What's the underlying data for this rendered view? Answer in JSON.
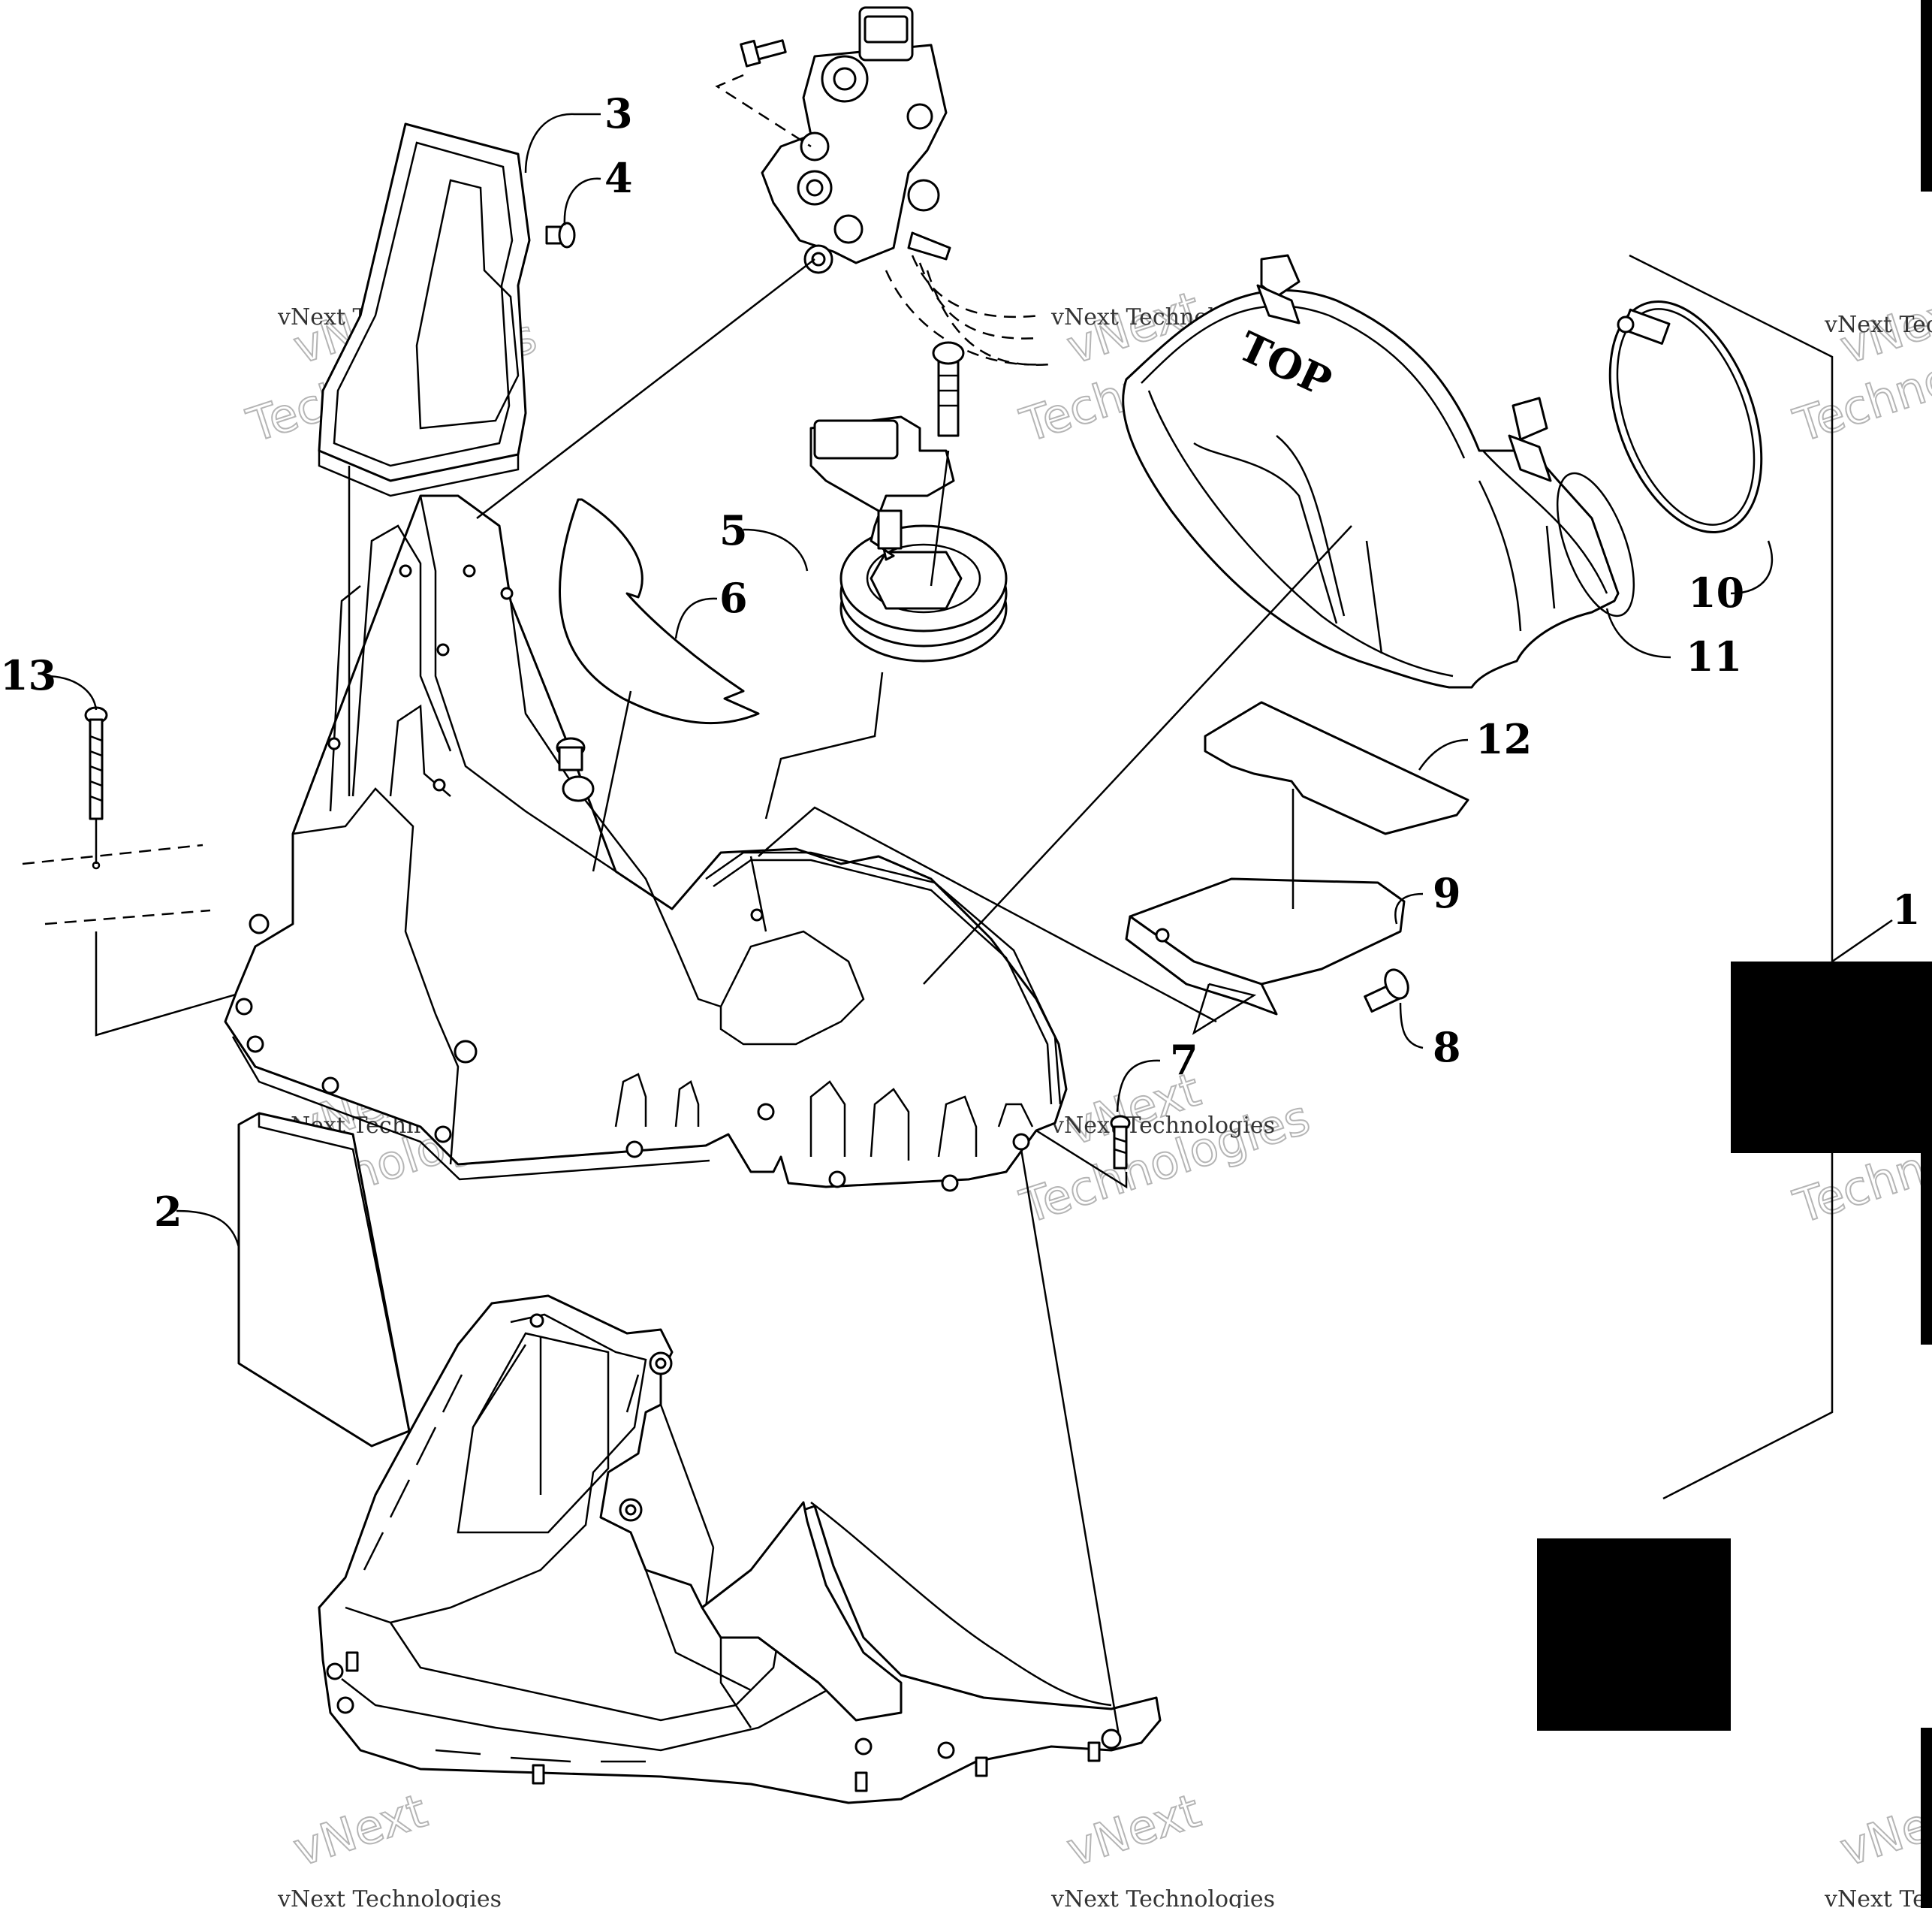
{
  "callouts": {
    "c1": "1",
    "c2": "2",
    "c3": "3",
    "c4": "4",
    "c5": "5",
    "c6": "6",
    "c7": "7",
    "c8": "8",
    "c9": "9",
    "c10": "10",
    "c11": "11",
    "c12": "12",
    "c13": "13"
  },
  "stamp": "TOP",
  "watermark": {
    "short": "vNext",
    "long": "Technologies",
    "full": "vNext Technologies"
  }
}
